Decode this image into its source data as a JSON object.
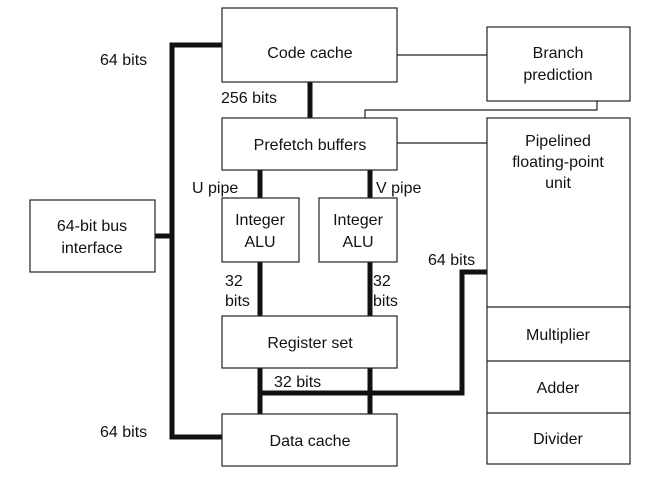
{
  "blocks": {
    "code_cache": "Code cache",
    "branch_prediction": [
      "Branch",
      "prediction"
    ],
    "prefetch_buffers": "Prefetch buffers",
    "fpu": [
      "Pipelined",
      "floating-point",
      "unit"
    ],
    "bus_interface": [
      "64-bit bus",
      "interface"
    ],
    "integer_alu": [
      "Integer",
      "ALU"
    ],
    "register_set": "Register set",
    "multiplier": "Multiplier",
    "adder": "Adder",
    "divider": "Divider",
    "data_cache": "Data cache"
  },
  "labels": {
    "bits_64": "64 bits",
    "bits_256": "256 bits",
    "u_pipe": "U pipe",
    "v_pipe": "V pipe",
    "bits_32": "32 bits",
    "num_32": "32",
    "bits_word": "bits"
  }
}
